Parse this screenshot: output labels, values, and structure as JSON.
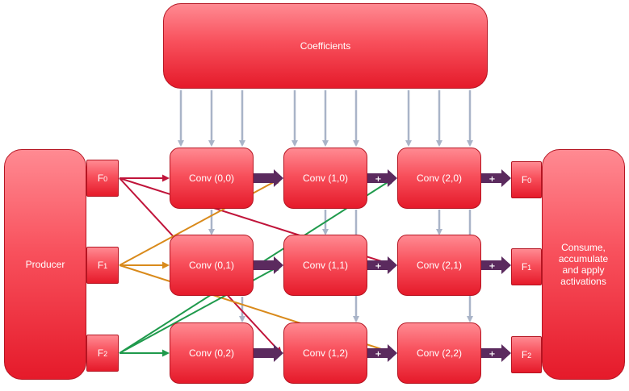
{
  "coefficients": {
    "label": "Coefficients"
  },
  "producer": {
    "label": "Producer"
  },
  "consumer": {
    "label": "Consume, accumulate and apply activations"
  },
  "producer_ports": [
    "F0",
    "F1",
    "F2"
  ],
  "consumer_ports": [
    "F0",
    "F1",
    "F2"
  ],
  "conv": [
    [
      "Conv (0,0)",
      "Conv (1,0)",
      "Conv (2,0)"
    ],
    [
      "Conv (0,1)",
      "Conv (1,1)",
      "Conv (2,1)"
    ],
    [
      "Conv (0,2)",
      "Conv (1,2)",
      "Conv (2,2)"
    ]
  ],
  "sum_symbol": "+",
  "colors": {
    "box": "#f8505c",
    "coefficient_arrow": "#a9b4c8",
    "chain_arrow": "#5b2a5e",
    "f0_line": "#c0143a",
    "f1_line": "#d98a1b",
    "f2_line": "#1f9a4c"
  }
}
